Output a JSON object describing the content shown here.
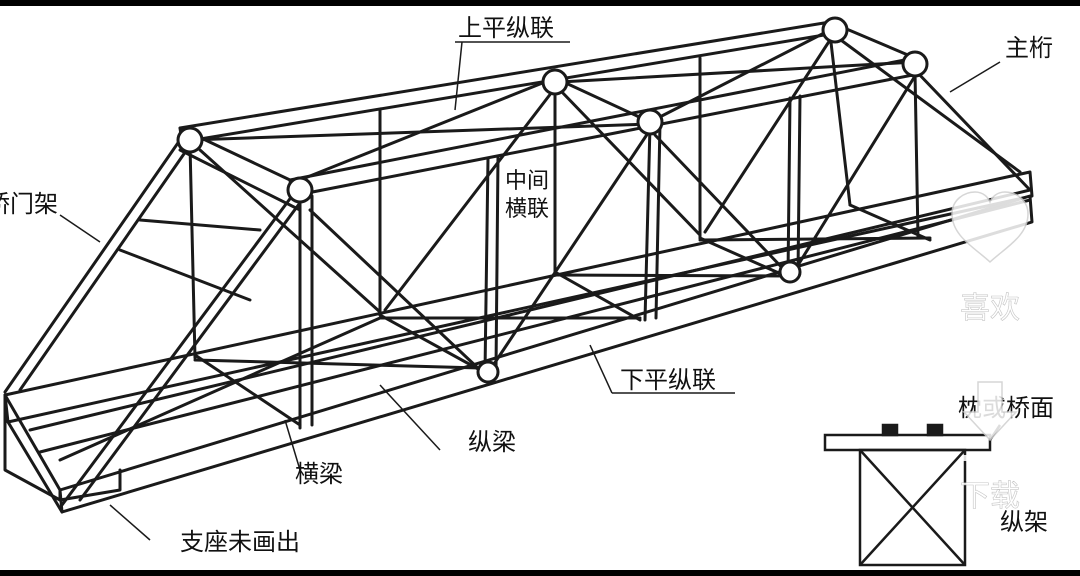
{
  "labels": {
    "upper_lateral": "上平纵联",
    "main_truss": "主桁",
    "portal": "桥门架",
    "middle_cross_1": "中间",
    "middle_cross_2": "横联",
    "lower_lateral": "下平纵联",
    "stringer": "纵梁",
    "cross_beam": "横梁",
    "bearing_note": "支座未画出",
    "sleeper": "枕或桥面",
    "longitudinal_frame": "纵架"
  },
  "overlay": {
    "like_label": "喜欢",
    "download_label": "下载",
    "like_icon": "heart-icon",
    "download_icon": "download-icon"
  },
  "colors": {
    "line": "#1a1a1a",
    "background": "#ffffff",
    "overlay": "#ffffff"
  }
}
